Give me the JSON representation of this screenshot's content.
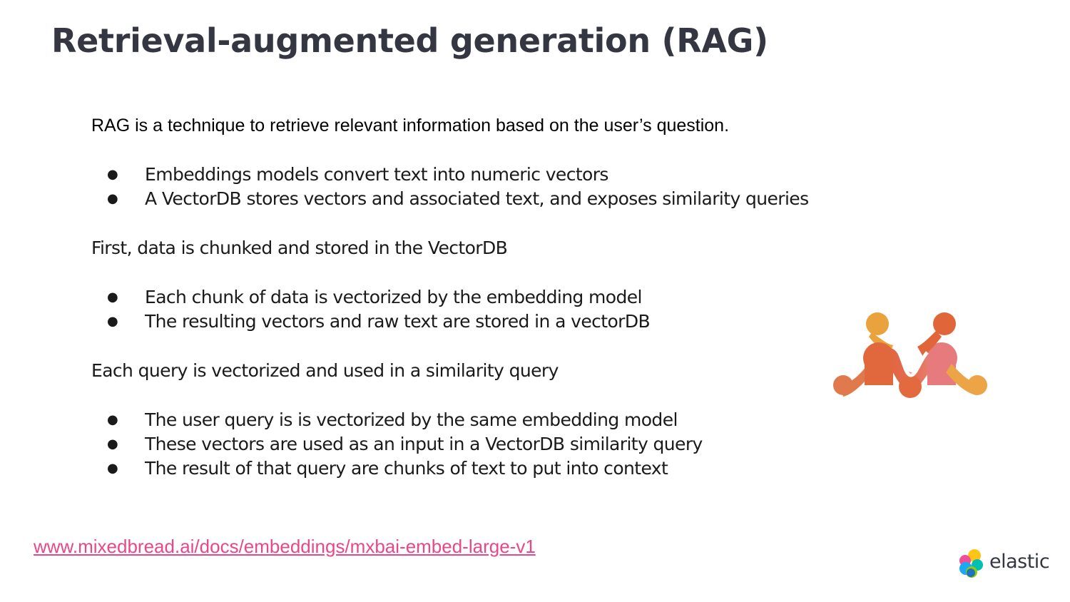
{
  "slide": {
    "title": "Retrieval-augmented generation (RAG)",
    "intro": "RAG is a technique to retrieve relevant information based on the user’s question.",
    "sections": [
      {
        "bullets": [
          "Embeddings models convert text into numeric vectors",
          "A VectorDB stores vectors and associated text, and exposes similarity queries"
        ]
      },
      {
        "heading": "First, data is chunked and stored in the VectorDB",
        "bullets": [
          "Each chunk of data is vectorized by the embedding model",
          "The resulting vectors and raw text are stored in a vectorDB"
        ]
      },
      {
        "heading": "Each query is vectorized and used in a similarity query",
        "bullets": [
          "The user query is is vectorized by the same embedding model",
          "These vectors are used as an input in a VectorDB similarity query",
          "The result of that query are chunks of text to put into context"
        ]
      }
    ],
    "bullet_glyph": "●",
    "link": "www.mixedbread.ai/docs/embeddings/mxbai-embed-large-v1",
    "footer_logo_text": "elastic"
  },
  "logos": {
    "mixedbread": "mixedbread-logo-icon",
    "elastic": "elastic-logo-icon"
  },
  "colors": {
    "title": "#343741",
    "link": "#e8488a"
  }
}
